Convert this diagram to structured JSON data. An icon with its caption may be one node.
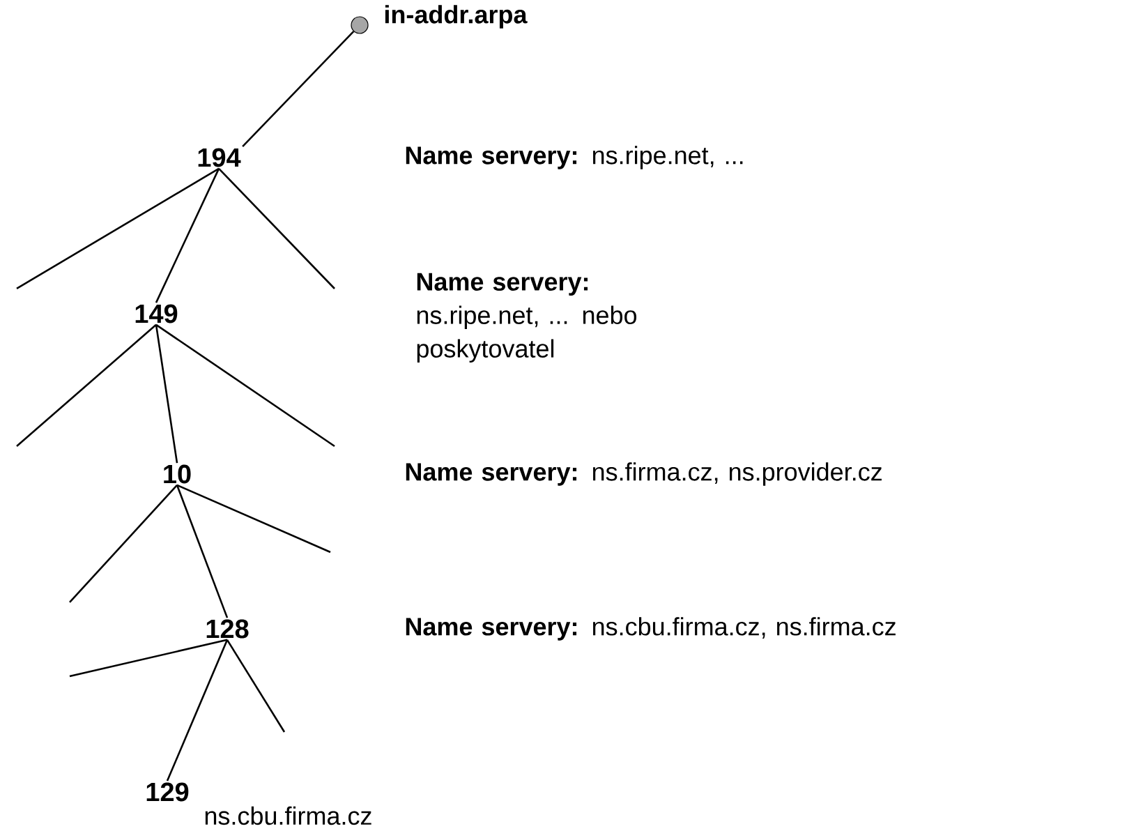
{
  "diagram": {
    "nodes": [
      {
        "text": [],
        "shape": "circle",
        "beside": [
          "in-addr.arpa"
        ]
      },
      {
        "text": [
          "194"
        ]
      },
      {
        "text": [
          "149"
        ]
      },
      {
        "text": [
          "10"
        ]
      },
      {
        "text": [
          "128"
        ]
      },
      {
        "text": [
          "129"
        ],
        "beside": [
          "ns.cbu.firma.cz"
        ]
      }
    ],
    "edges": [
      {
        "from": 0,
        "to": 1,
        "arrow": "none"
      },
      {
        "from": 1,
        "to": null,
        "arrow": "none"
      },
      {
        "from": 1,
        "to": 2,
        "arrow": "none"
      },
      {
        "from": 1,
        "to": null,
        "arrow": "none"
      },
      {
        "from": 2,
        "to": null,
        "arrow": "none"
      },
      {
        "from": 2,
        "to": 3,
        "arrow": "none"
      },
      {
        "from": 2,
        "to": null,
        "arrow": "none"
      },
      {
        "from": 3,
        "to": null,
        "arrow": "none"
      },
      {
        "from": 3,
        "to": 4,
        "arrow": "none"
      },
      {
        "from": 3,
        "to": null,
        "arrow": "none"
      },
      {
        "from": 4,
        "to": null,
        "arrow": "none"
      },
      {
        "from": 4,
        "to": 5,
        "arrow": "none"
      },
      {
        "from": 4,
        "to": null,
        "arrow": "none"
      }
    ],
    "labels": [
      "**Name servery:**   ns.ripe.net, ...",
      "**Name servery:**   ns.ripe.net, ... nebo poskytovatel",
      "**Name servery:**   ns.firma.cz, ns.provider.cz",
      "**Name servery:**   ns.cbu.firma.cz, ns.firma.cz"
    ]
  }
}
